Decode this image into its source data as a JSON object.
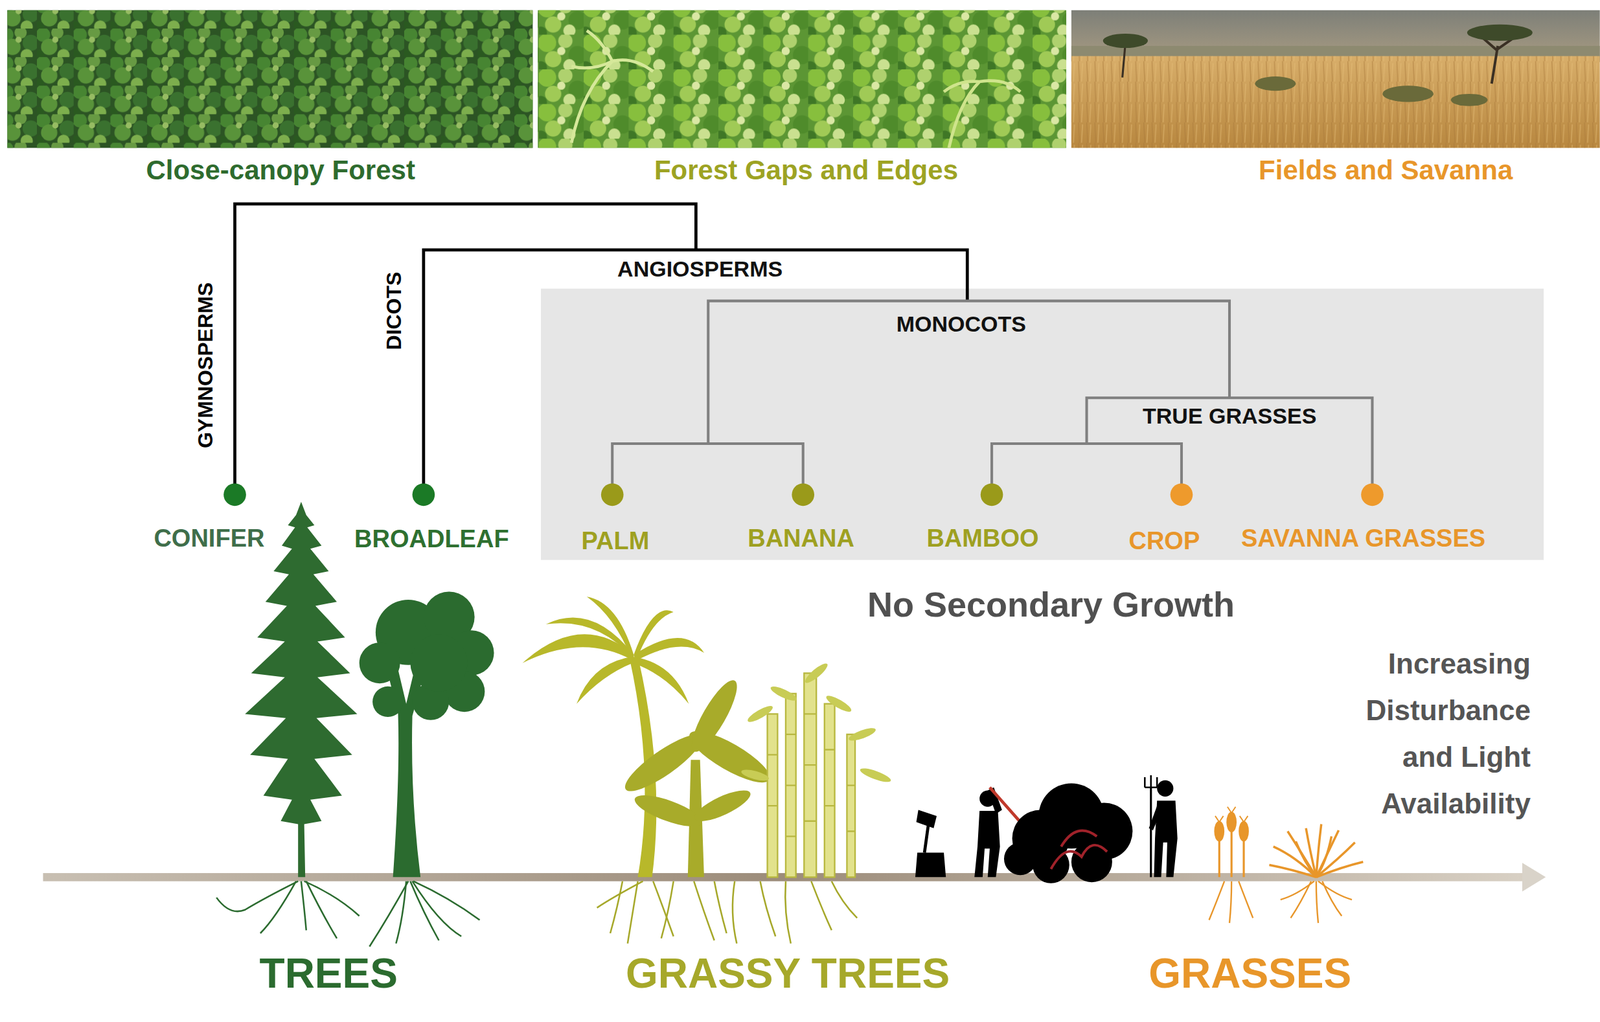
{
  "diagram": {
    "labels": [
      "Close-canopy Forest",
      "Forest Gaps and Edges",
      "Fields and Savanna",
      "GYMNOSPERMS",
      "DICOTS",
      "ANGIOSPERMS",
      "MONOCOTS",
      "TRUE GRASSES",
      "CONIFER",
      "BROADLEAF",
      "PALM",
      "BANANA",
      "BAMBOO",
      "CROP",
      "SAVANNA GRASSES",
      "No Secondary Growth",
      "Increasing Disturbance and Light Availability",
      "TREES",
      "GRASSY TREES",
      "GRASSES"
    ]
  }
}
